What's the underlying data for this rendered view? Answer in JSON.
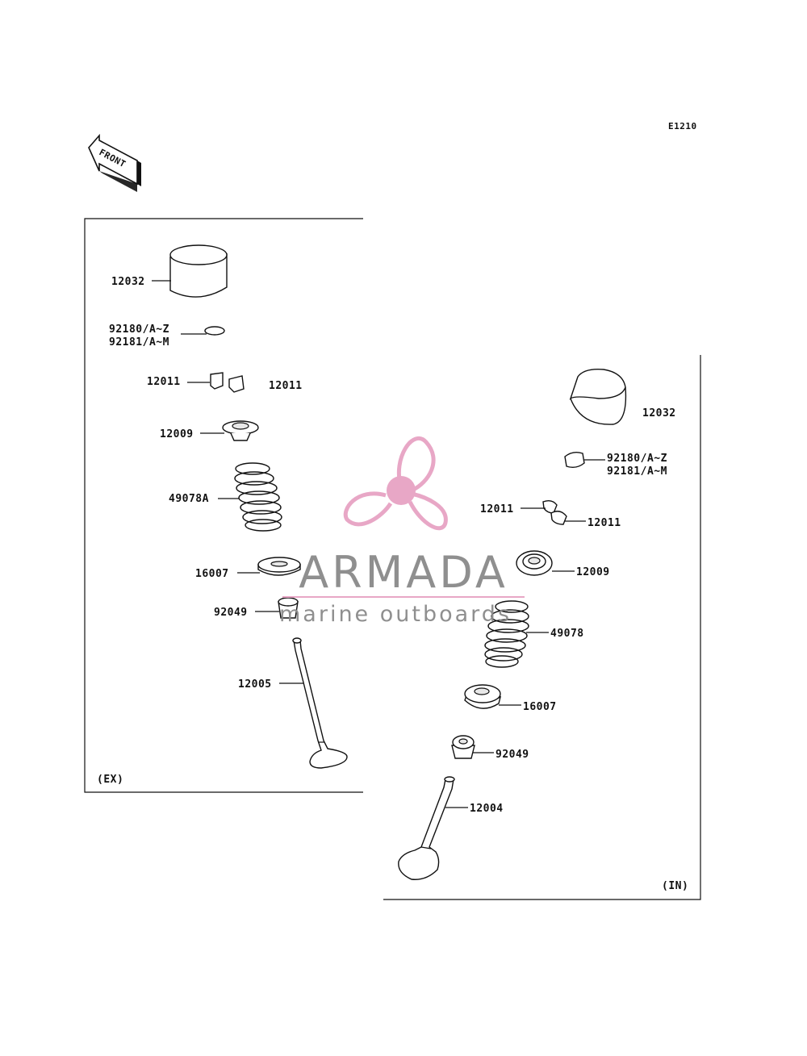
{
  "diagram_code": "E1210",
  "front_label": "FRONT",
  "ex_panel": {
    "tag": "(EX)",
    "labels": {
      "p12032": "12032",
      "p92180": "92180/A~Z",
      "p92181": "92181/A~M",
      "p12011a": "12011",
      "p12011b": "12011",
      "p12009": "12009",
      "p49078A": "49078A",
      "p16007": "16007",
      "p92049": "92049",
      "p12005": "12005"
    }
  },
  "in_panel": {
    "tag": "(IN)",
    "labels": {
      "p12032": "12032",
      "p92180": "92180/A~Z",
      "p92181": "92181/A~M",
      "p12011a": "12011",
      "p12011b": "12011",
      "p12009": "12009",
      "p49078": "49078",
      "p16007": "16007",
      "p92049": "92049",
      "p12004": "12004"
    }
  },
  "watermark": {
    "brand": "ARMADA",
    "tagline": "marine outboards",
    "logo_color": "#e7a3c4",
    "text_color": "#8a8a8a"
  }
}
